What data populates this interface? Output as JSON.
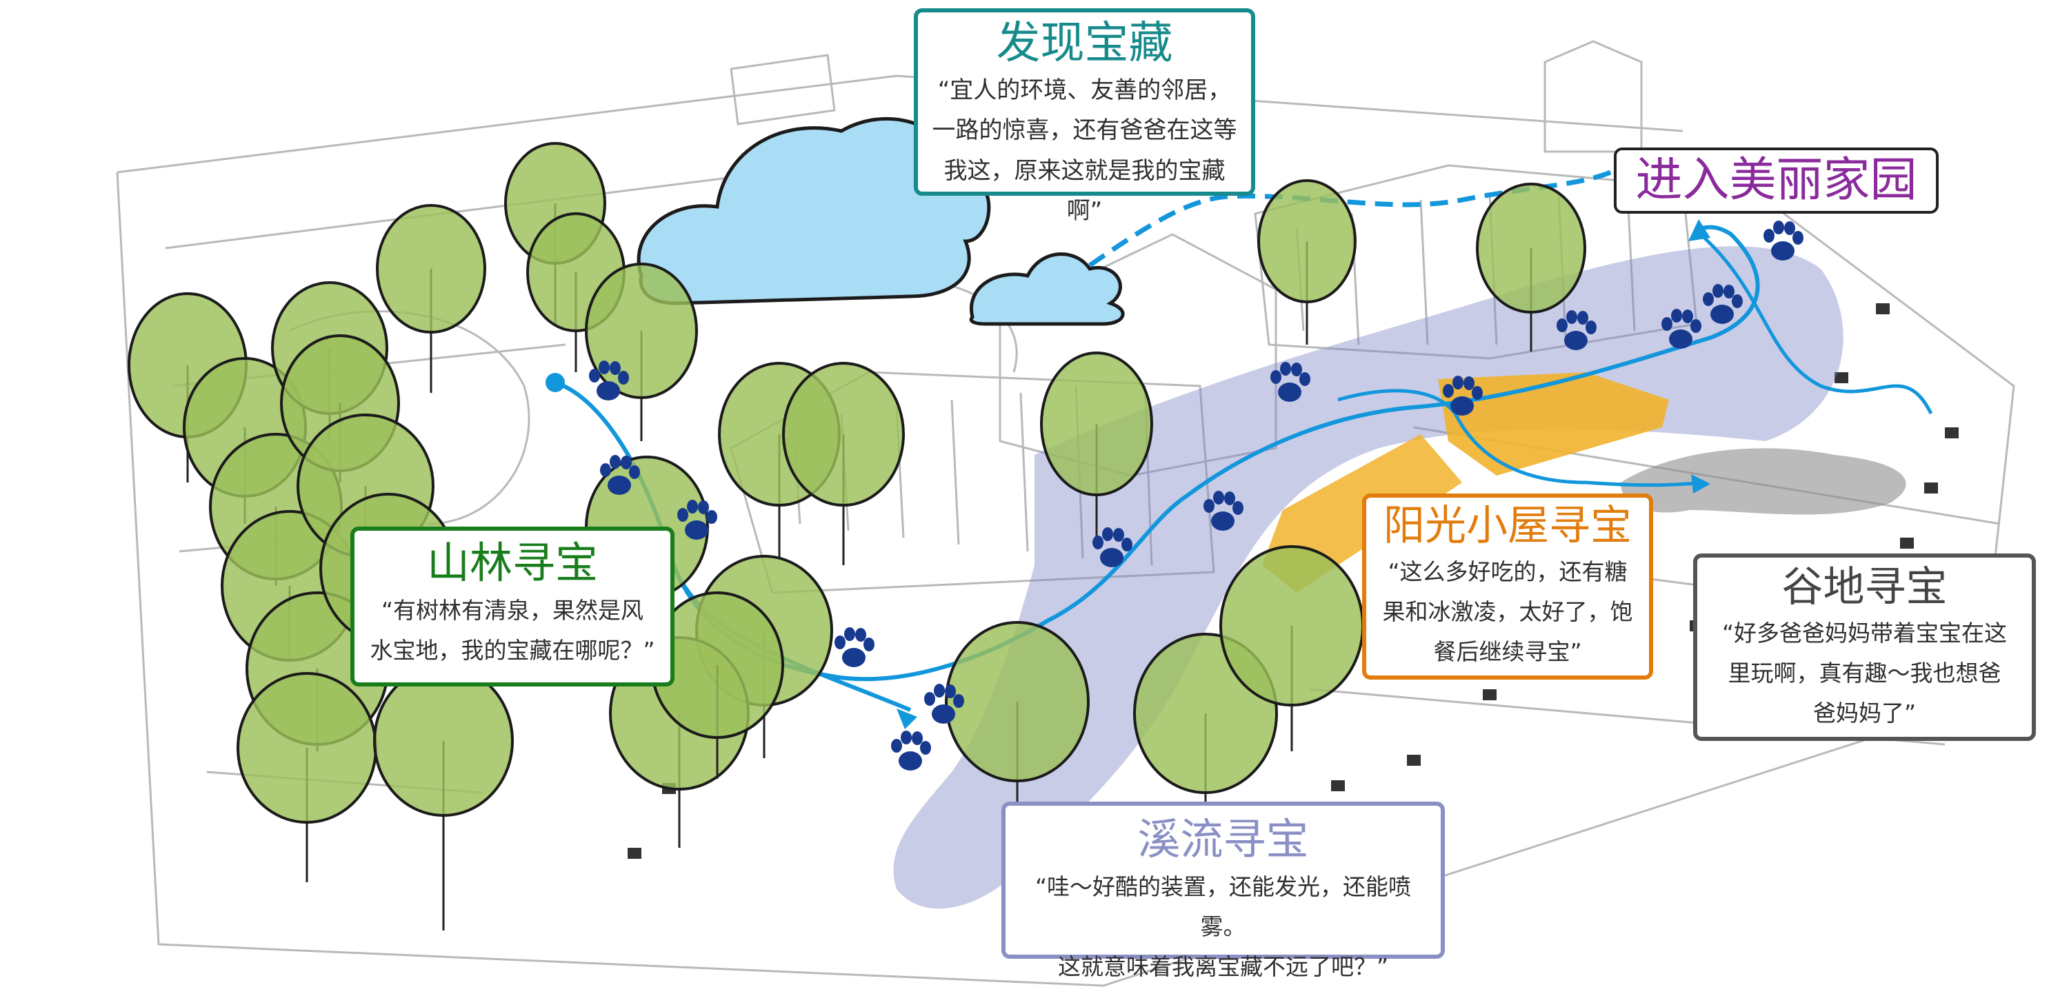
{
  "title": "",
  "zones": {
    "faxian": {
      "title": "发现宝藏",
      "quote": [
        "“宜人的环境、友善的邻居，",
        "一路的惊喜，还有爸爸在这等",
        "我这，原来这就是我的宝藏啊”"
      ]
    },
    "jinru": {
      "title": "进入美丽家园"
    },
    "shanlin": {
      "title": "山林寻宝",
      "quote": [
        "“有树林有清泉，果然是风",
        "水宝地，我的宝藏在哪呢？”"
      ]
    },
    "yangguang": {
      "title": "阳光小屋寻宝",
      "quote": [
        "“这么多好吃的，还有糖",
        "果和冰激凌，太好了，饱",
        "餐后继续寻宝”"
      ]
    },
    "gudi": {
      "title": "谷地寻宝",
      "quote": [
        "“好多爸爸妈妈带着宝宝在这",
        "里玩啊，真有趣～我也想爸",
        "爸妈妈了”"
      ]
    },
    "xiliu": {
      "title": "溪流寻宝",
      "quote": [
        "“哇～好酷的装置，还能发光，还能喷雾。",
        "这就意味着我离宝藏不远了吧？”"
      ]
    }
  },
  "colors": {
    "faxian": "#178b8c",
    "jinru": "#8a2a9c",
    "shanlin": "#1a7d1c",
    "yangguang": "#e27c0c",
    "gudi": "#555555",
    "xiliu": "#8a8fc4",
    "route_line": "#1296dc",
    "paw_prints": "#173a8f",
    "tree_fill": "#9cc05a",
    "stream_band": "#7f86c6",
    "cloud_fill": "#a9dcf5"
  },
  "icons": [
    "paw-print-icon",
    "tree-icon",
    "cloud-icon",
    "arrow-head-icon"
  ]
}
